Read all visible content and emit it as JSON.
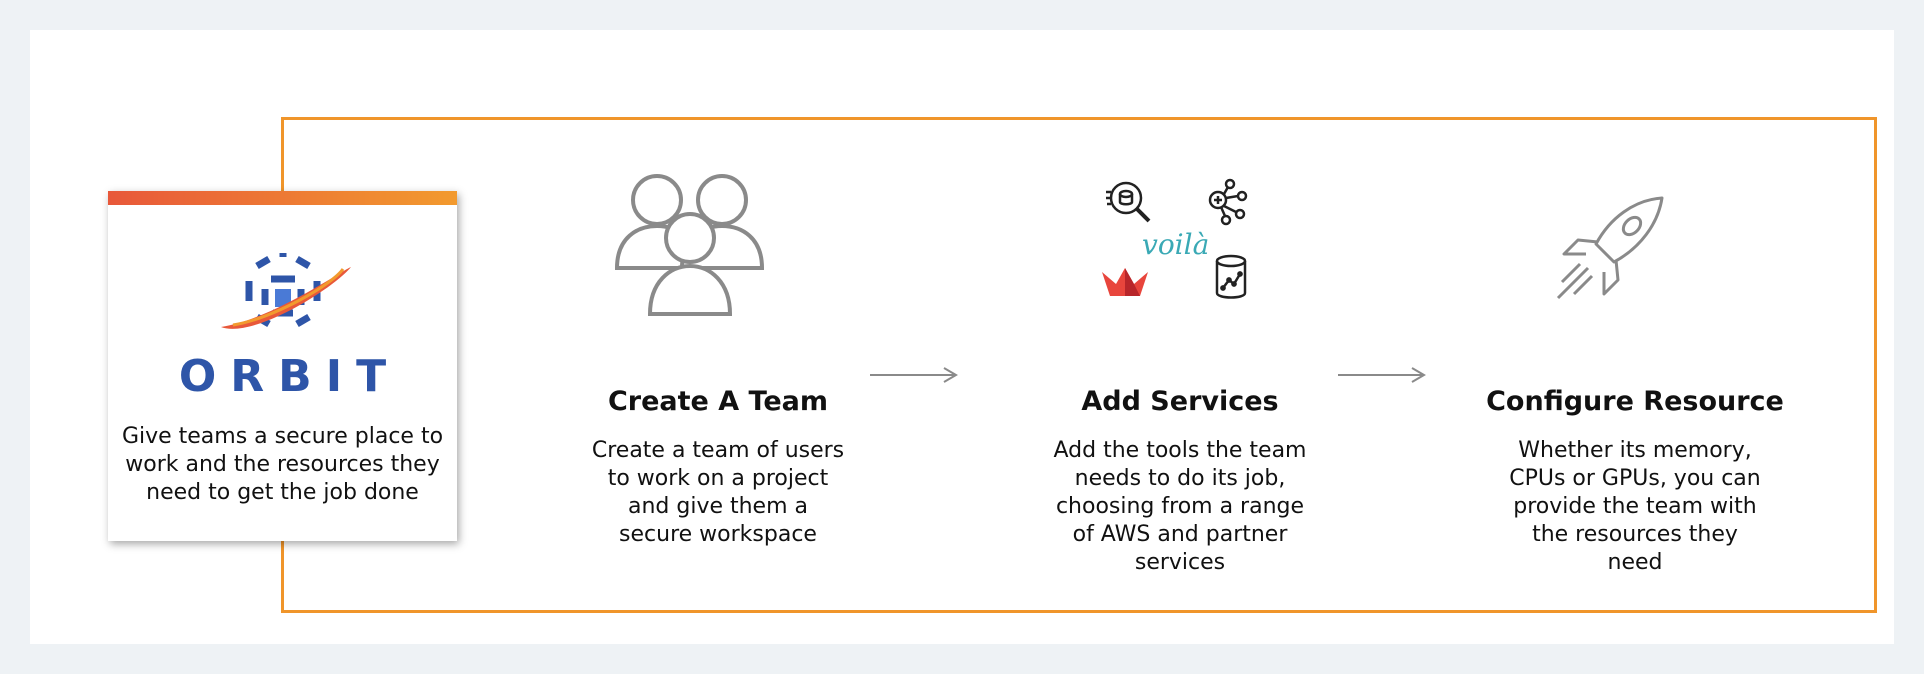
{
  "card": {
    "logo_text": "ORBIT",
    "description": "Give teams a secure place to work and the resources they need to get the job done"
  },
  "steps": [
    {
      "title": "Create A Team",
      "description": "Create a team of users to work on a project and give them a secure workspace",
      "icon": "team-icon"
    },
    {
      "title": "Add Services",
      "description": "Add the tools the team needs to do its job, choosing from a range of AWS and partner services",
      "icon": "services-icon",
      "voila_label": "voilà"
    },
    {
      "title": "Configure Resource",
      "description": "Whether its memory, CPUs or GPUs, you can provide the team with the resources they need",
      "icon": "rocket-icon"
    }
  ],
  "colors": {
    "frame": "#f0952a",
    "logo_blue": "#2e55a8",
    "logo_orange": "#f0952a",
    "icon_gray": "#8a8a8a"
  }
}
